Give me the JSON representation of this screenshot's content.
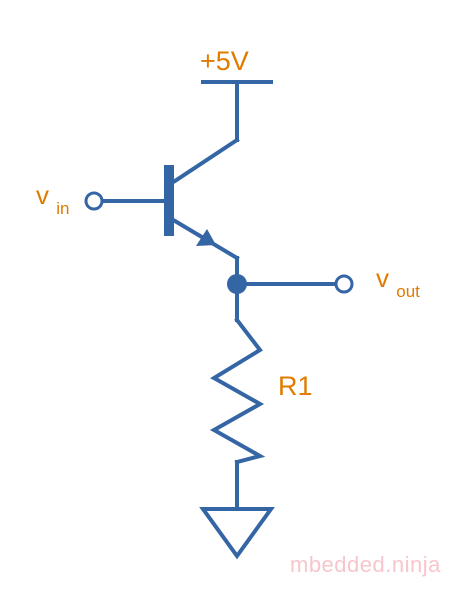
{
  "colors": {
    "wire": "#3465a4",
    "label": "#e07b00",
    "background": "#ffffff",
    "watermark": "#f7c6cc"
  },
  "labels": {
    "supply": "+5V",
    "vin_main": "v",
    "vin_sub": "in",
    "vout_main": "v",
    "vout_sub": "out",
    "resistor": "R1"
  },
  "watermark": {
    "text": "mbedded.ninja"
  }
}
